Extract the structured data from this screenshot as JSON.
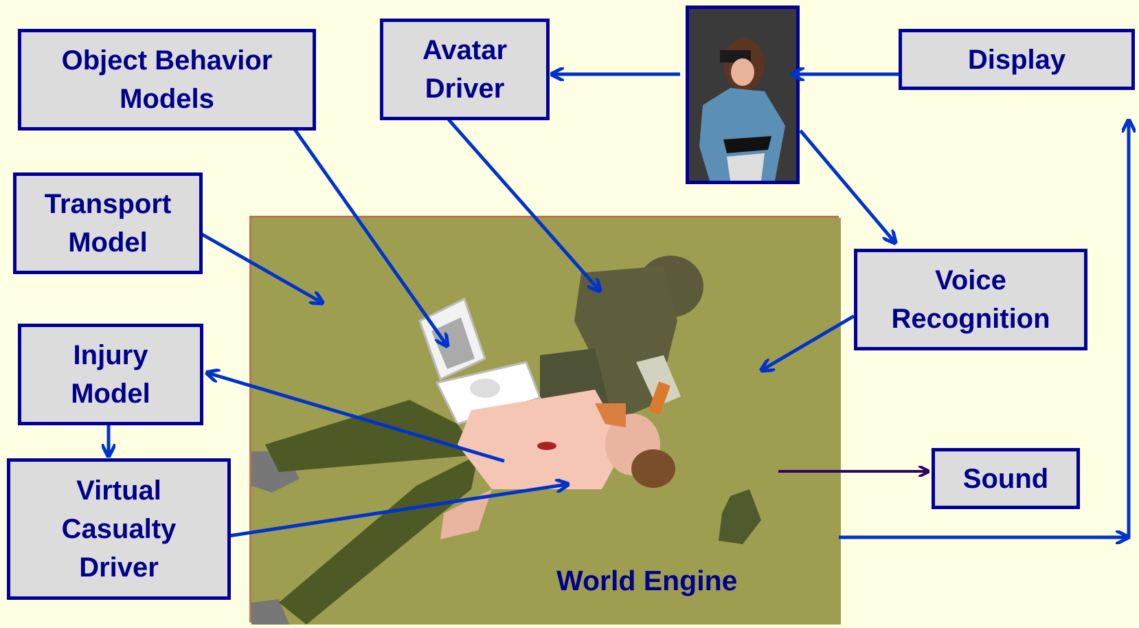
{
  "boxes": {
    "object_behavior": "Object Behavior\nModels",
    "avatar_driver": "Avatar\nDriver",
    "display": "Display",
    "transport": "Transport\nModel",
    "voice": "Voice\nRecognition",
    "injury": "Injury\nModel",
    "casualty": "Virtual\nCasualty\nDriver",
    "sound": "Sound"
  },
  "world_engine": "World Engine",
  "colors": {
    "background": "#FFFFE3",
    "box_fill": "#DCDCDC",
    "box_border": "#000099",
    "text": "#00008B",
    "arrow": "#0033CC",
    "sound_arrow": "#330066",
    "scene": "#9E9E51"
  }
}
